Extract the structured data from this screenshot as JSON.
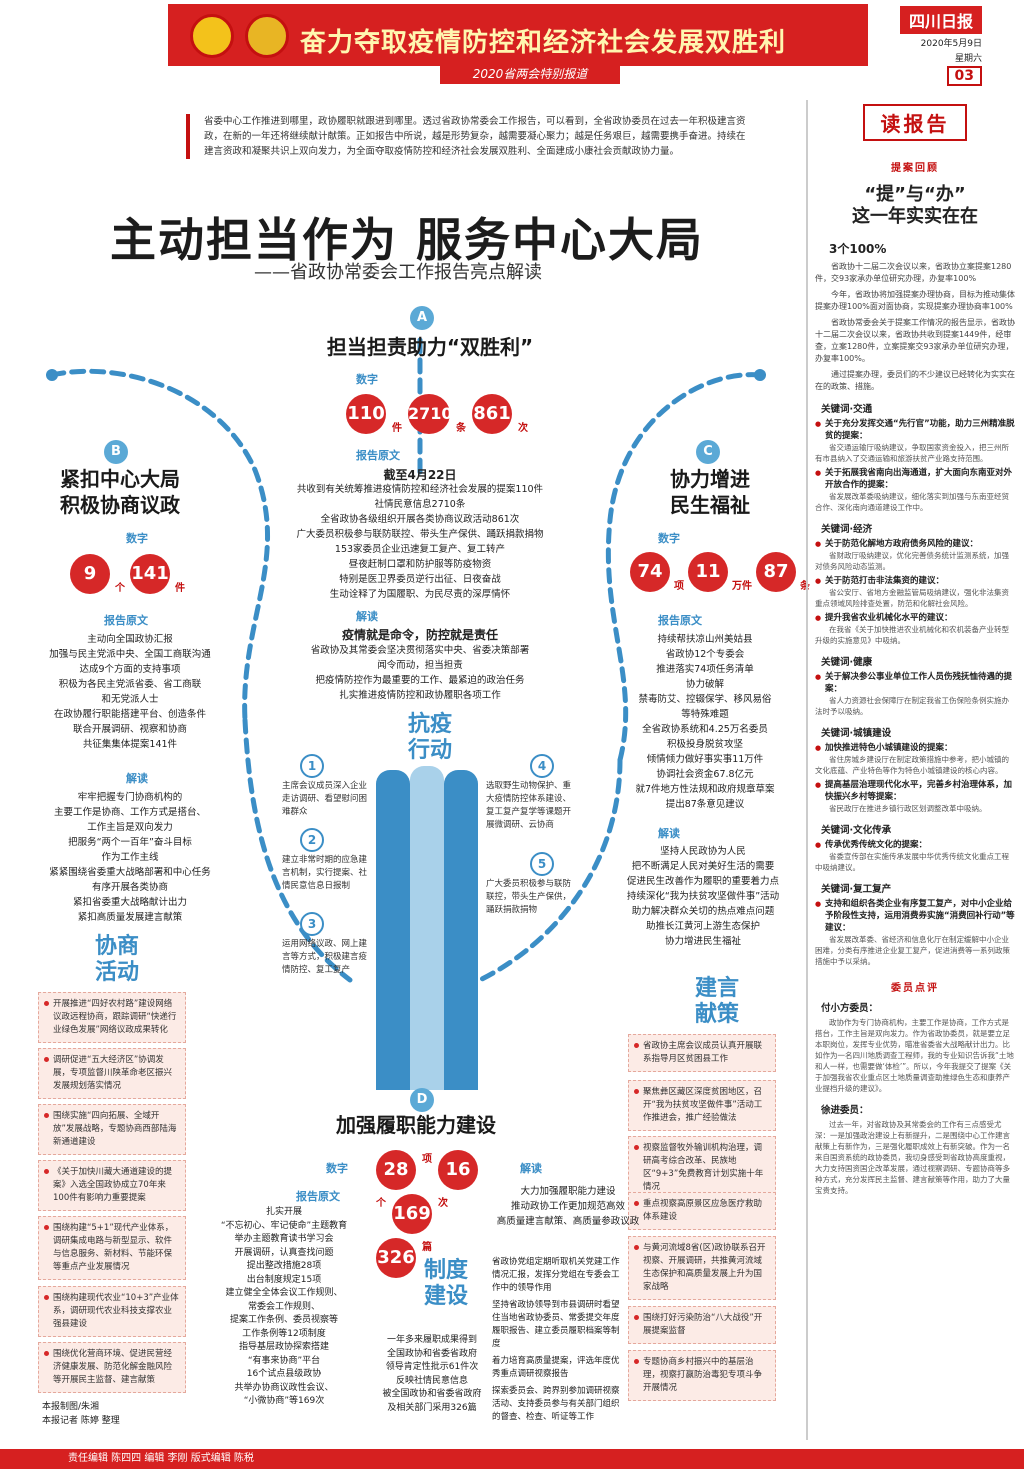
{
  "banner": {
    "title": "奋力夺取疫情防控和经济社会发展双胜利",
    "subtitle": "2020省两会特别报道"
  },
  "masthead": {
    "paper_name": "四川日报",
    "date": "2020年5月9日",
    "weekday": "星期六",
    "page": "03"
  },
  "intro": "省委中心工作推进到哪里，政协履职就跟进到哪里。透过省政协常委会工作报告，可以看到，全省政协委员在过去一年积极建言资政，在新的一年还将继续献计献策。正如报告中所说，越是形势复杂，越需要凝心聚力；越是任务艰巨，越需要携手奋进。持续在建言资政和凝聚共识上双向发力，为全面夺取疫情防控和经济社会发展双胜利、全面建成小康社会贡献政协力量。",
  "title": {
    "main": "主动担当作为  服务中心大局",
    "sub": "——省政协常委会工作报告亮点解读"
  },
  "section_a": {
    "letter": "A",
    "title": "担当担责助力“双胜利”",
    "numbers_label": "数字",
    "numbers": [
      {
        "value": "110",
        "unit": "件"
      },
      {
        "value": "2710",
        "unit": "条"
      },
      {
        "value": "861",
        "unit": "次"
      }
    ],
    "report_label": "报告原文",
    "report_head": "截至4月22日",
    "report_lines": [
      "共收到有关统筹推进疫情防控和经济社会发展的提案110件",
      "社情民意信息2710条",
      "全省政协各级组织开展各类协商议政活动861次",
      "广大委员积极参与联防联控、带头生产保供、踊跃捐款捐物",
      "153家委员企业迅速复工复产、复工转产",
      "昼夜赶制口罩和防护服等防疫物资",
      "特别是医卫界委员逆行出征、日夜奋战",
      "生动诠释了为国履职、为民尽责的深厚情怀"
    ],
    "interpret_label": "解读",
    "interpret_head": "疫情就是命令，防控就是责任",
    "interpret_lines": [
      "省政协及其常委会坚决贯彻落实中央、省委决策部署",
      "闻令而动，担当担责",
      "把疫情防控作为最重要的工作、最紧迫的政治任务",
      "扎实推进疫情防控和政协履职各项工作"
    ]
  },
  "section_b": {
    "letter": "B",
    "title_line1": "紧扣中心大局",
    "title_line2": "积极协商议政",
    "numbers_label": "数字",
    "numbers": [
      {
        "value": "9",
        "unit": "个"
      },
      {
        "value": "141",
        "unit": "件"
      }
    ],
    "report_label": "报告原文",
    "report_lines": [
      "主动向全国政协汇报",
      "加强与民主党派中央、全国工商联沟通",
      "达成9个方面的支持事项",
      "积极为各民主党派省委、省工商联",
      "和无党派人士",
      "在政协履行职能搭建平台、创造条件",
      "联合开展调研、视察和协商",
      "共征集集体提案141件"
    ],
    "interpret_label": "解读",
    "interpret_lines": [
      "牢牢把握专门协商机构的",
      "主要工作是协商、工作方式是搭台、",
      "工作主旨是双向发力",
      "把服务“两个一百年”奋斗目标",
      "作为工作主线",
      "紧紧围绕省委重大战略部署和中心任务",
      "有序开展各类协商",
      "紧扣省委重大战略献计出力",
      "紧扣高质量发展建言献策"
    ]
  },
  "section_c": {
    "letter": "C",
    "title_line1": "协力增进",
    "title_line2": "民生福祉",
    "numbers_label": "数字",
    "numbers": [
      {
        "value": "74",
        "unit": "项"
      },
      {
        "value": "11",
        "unit": "万件"
      },
      {
        "value": "87",
        "unit": "条"
      }
    ],
    "report_label": "报告原文",
    "report_lines": [
      "持续帮扶凉山州美姑县",
      "省政协12个专委会",
      "推进落实74项任务清单",
      "协力破解",
      "禁毒防艾、控辍保学、移风易俗",
      "等特殊难题",
      "全省政协系统和4.25万名委员",
      "积极投身脱贫攻坚",
      "倾情倾力做好事实事11万件",
      "协调社会资金67.8亿元",
      "就7件地方性法规和政府规章草案",
      "提出87条意见建议"
    ],
    "interpret_label": "解读",
    "interpret_lines": [
      "坚持人民政协为人民",
      "把不断满足人民对美好生活的需要",
      "促进民生改善作为履职的重要着力点",
      "持续深化“我为扶贫攻坚做件事”活动",
      "助力解决群众关切的热点难点问题",
      "助推长江黄河上游生态保护",
      "协力增进民生福祉"
    ]
  },
  "section_d": {
    "letter": "D",
    "title": "加强履职能力建设",
    "numbers_label": "数字",
    "numbers": [
      {
        "value": "28",
        "unit": "项"
      },
      {
        "value": "16",
        "unit": "个"
      },
      {
        "value": "169",
        "unit": "次"
      },
      {
        "value": "326",
        "unit": "篇"
      }
    ],
    "report_label": "报告原文",
    "report_lines": [
      "扎实开展",
      "“不忘初心、牢记使命”主题教育",
      "举办主题教育读书学习会",
      "开展调研，认真查找问题",
      "提出整改措施28项",
      "出台制度规定15项",
      "建立健全全体会议工作规则、",
      "常委会工作规则、",
      "提案工作条例、委员视察等",
      "工作条例等12项制度",
      "指导基层政协探索搭建",
      "“有事来协商”平台",
      "16个试点县级政协",
      "共举办协商议政性会议、",
      "“小微协商”等169次"
    ],
    "interpret_label": "解读",
    "interpret_lines": [
      "大力加强履职能力建设",
      "推动政协工作更加规范高效",
      "高质量建言献策、高质量参政议政"
    ],
    "summary_lines": [
      "一年多来履职成果得到",
      "全国政协和省委省政府",
      "领导肯定性批示61件次",
      "反映社情民意信息",
      "被全国政协和省委省政府",
      "及相关部门采用326篇"
    ]
  },
  "center": {
    "pillar_label_line1": "抗疫",
    "pillar_label_line2": "行动",
    "left_items": [
      {
        "num": "1",
        "text": "主席会议成员深入企业走访调研、看望慰问困难群众"
      },
      {
        "num": "2",
        "text": "建立非常时期的应急建言机制，实行提案、社情民意信息日报制"
      },
      {
        "num": "3",
        "text": "运用网络议政、网上建言等方式，积极建言疫情防控、复工复产"
      }
    ],
    "right_items": [
      {
        "num": "4",
        "text": "选取野生动物保护、重大疫情防控体系建设、复工复产复学等课题开展微调研、云协商"
      },
      {
        "num": "5",
        "text": "广大委员积极参与联防联控，带头生产保供，踊跃捐款捐物"
      }
    ]
  },
  "xieshang": {
    "label_line1": "协商",
    "label_line2": "活动",
    "cards": [
      "开展推进“四好农村路”建设网络议政远程协商，跟踪调研“快递行业绿色发展”网络议政成果转化",
      "调研促进“五大经济区”协调发展，专项监督川陕革命老区振兴发展规划落实情况",
      "围绕实施“四向拓展、全域开放”发展战略，专题协商西部陆海新通道建设",
      "《关于加快川藏大通道建设的提案》入选全国政协成立70年来100件有影响力重要提案",
      "围绕构建“5+1”现代产业体系，调研集成电路与新型显示、软件与信息服务、新材料、节能环保等重点产业发展情况",
      "围绕构建现代农业“10+3”产业体系，调研现代农业科技支撑农业强县建设",
      "围绕优化营商环境、促进民营经济健康发展、防范化解金融风险等开展民主监督、建言献策"
    ]
  },
  "jianyan": {
    "label_line1": "建言",
    "label_line2": "献策",
    "cards": [
      "省政协主席会议成员认真开展联系指导月区贫困县工作",
      "聚焦彝区藏区深度贫困地区，召开“我为扶贫攻坚做件事”活动工作推进会，推广经验做法",
      "视察监督牧外输训机构治理，调研高考综合改革、民族地区“9+3”免费教育计划实施十年情况",
      "重点视察高原景区应急医疗救助体系建设",
      "与黄河流域8省(区)政协联系召开视察、开展调研，共推黄河流域生态保护和高质量发展上升为国家战略",
      "围绕打好污染防治“八大战役”开展提案监督",
      "专题协商乡村振兴中的基层治理，视察打赢防治毒犯专项斗争开展情况"
    ]
  },
  "zhidu": {
    "label_line1": "制度",
    "label_line2": "建设",
    "cards": [
      "省政协党组定期听取机关党建工作情况汇报，发挥分党组在专委会工作中的领导作用",
      "坚持省政协领导到市县调研时看望住当地省政协委员、常委提交年度履职报告、建立委员履职档案等制度",
      "着力培育高质量提案，评选年度优秀重点调研视察报告",
      "探索委员会、跨界别参加调研视察活动、支持委员参与有关部门组织的督查、检查、听证等工作"
    ]
  },
  "right_column": {
    "box_title": "读报告",
    "heading1": "提案回顾",
    "title_line1": "“提”与“办”",
    "title_line2": "这一年实实在在",
    "sub1": "3个100%",
    "p1": "省政协十二届二次会议以来，省政协立案提案1280件，交93家承办单位研究办理，办复率100%",
    "p2": "今年，省政协将加强提案办理协商，目标为推动集体提案办理100%面对面协商，实现提案办理协商率100%",
    "p3": "省政协常委会关于提案工作情况的报告显示，省政协十二届二次会议以来，省政协共收到提案1449件，经审查，立案1280件，立案提案交93家承办单位研究办理，办复率100%。",
    "p4": "通过提案办理，委员们的不少建议已经转化为实实在在的政策、措施。",
    "keywords": [
      {
        "kw": "关键词·交通",
        "items": [
          {
            "title": "关于充分发挥交通“先行官”功能，助力三州精准脱贫的提案：",
            "desc": "省交通运输厅吸纳建议，争取国家资金投入，把三州所有市县纳入了交通运输和旅游扶贫产业路支持范围。"
          },
          {
            "title": "关于拓展我省南向出海通道，扩大面向东南亚对外开放合作的提案：",
            "desc": "省发展改革委吸纳建议，细化落实到加强与东南亚经贸合作、深化南向通道建设工作中。"
          }
        ]
      },
      {
        "kw": "关键词·经济",
        "items": [
          {
            "title": "关于防范化解地方政府债务风险的建议：",
            "desc": "省财政厅吸纳建议，优化完善债务统计监测系统，加强对债务风险动态监测。"
          },
          {
            "title": "关于防范打击非法集资的建议：",
            "desc": "省公安厅、省地方金融监管局吸纳建议，强化非法集资重点领域风险排查处置，防范和化解社会风险。"
          },
          {
            "title": "提升我省农业机械化水平的建议：",
            "desc": "在我省《关于加快推进农业机械化和农机装备产业转型升级的实施意见》中吸纳。"
          }
        ]
      },
      {
        "kw": "关键词·健康",
        "items": [
          {
            "title": "关于解决参公事业单位工作人员伤残抚恤待遇的提案：",
            "desc": "省人力资源社会保障厅在制定我省工伤保险条例实施办法时予以吸纳。"
          }
        ]
      },
      {
        "kw": "关键词·城镇建设",
        "items": [
          {
            "title": "加快推进特色小城镇建设的提案：",
            "desc": "省住房城乡建设厅在制定政策措施中参考，把小城镇的文化底蕴、产业特色等作为特色小城镇建设的核心内容。"
          },
          {
            "title": "提高基层治理现代化水平，完善乡村治理体系，加快振兴乡村等提案：",
            "desc": "省民政厅在推进乡镇行政区划调整改革中吸纳。"
          }
        ]
      },
      {
        "kw": "关键词·文化传承",
        "items": [
          {
            "title": "传承优秀传统文化的提案：",
            "desc": "省委宣传部在实施传承发展中华优秀传统文化重点工程中吸纳建议。"
          }
        ]
      },
      {
        "kw": "关键词·复工复产",
        "items": [
          {
            "title": "支持和组织各类企业有序复工复产，对中小企业给予阶段性支持，运用消费券实施“消费回补行动”等建议：",
            "desc": "省发展改革委、省经济和信息化厅在制定缓解中小企业困难，分类有序推进企业复工复产，促进消费等一系列政策措施中予以采纳。"
          }
        ]
      }
    ],
    "heading2": "委员点评",
    "commenters": [
      {
        "name": "付小方委员：",
        "text": "政协作为专门协商机构，主要工作是协商，工作方式是搭台，工作主旨是双向发力。作为省政协委员，就是要立足本职岗位，发挥专业优势，瞄准省委省大战略献计出力。比如作为一名四川地质调查工程师，我的专业知识告诉我“土地和人一样，也需要做‘体检’”。所以，今年我提交了提案《关于加强我省农业重点区土地质量调查助推绿色生态和康养产业提档升级的建议》。"
      },
      {
        "name": "徐进委员：",
        "text": "过去一年，对省政协及其常委会的工作有三点感受尤深：一是加强政治建设上有新提升，二是围绕中心工作建言献策上有新作为，三是强化履职成效上有新突破。作为一名来自国资系统的政协委员，我切身感受到省政协高度重视，大力支持国资国企改革发展，通过视察调研、专题协商等多种方式，充分发挥民主监督、建言献策等作用，助力了大量宝贵支持。"
      }
    ]
  },
  "credits": {
    "line1": "本报制图/朱湘",
    "line2": "本报记者 陈婷 整理"
  },
  "footer": "责任编辑 陈四四  编辑 李刚  版式编辑 陈税"
}
